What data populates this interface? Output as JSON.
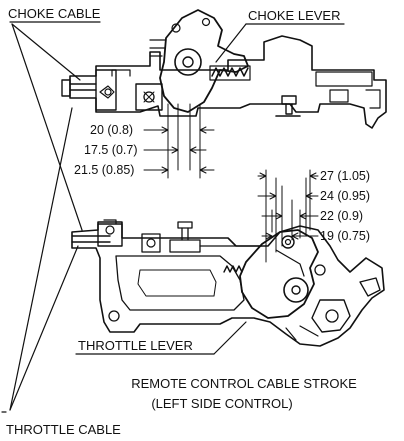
{
  "labels": {
    "choke_cable": "CHOKE CABLE",
    "choke_lever": "CHOKE LEVER",
    "throttle_lever": "THROTTLE LEVER",
    "throttle_cable": "THROTTLE CABLE",
    "caption_line1": "REMOTE CONTROL CABLE STROKE",
    "caption_line2": "(LEFT SIDE CONTROL)"
  },
  "dimensions": {
    "choke": [
      "20 (0.8)",
      "17.5 (0.7)",
      "21.5 (0.85)"
    ],
    "throttle": [
      "27 (1.05)",
      "24 (0.95)",
      "22 (0.9)",
      "19 (0.75)"
    ]
  }
}
